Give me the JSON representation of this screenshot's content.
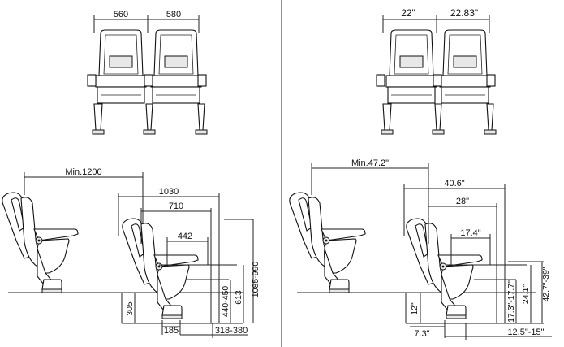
{
  "metric": {
    "front_widths": [
      "560",
      "580"
    ],
    "side": {
      "min_spacing": "Min.1200",
      "depth_total": "1030",
      "depth_mid": "710",
      "depth_seat": "442",
      "floor_height": "305",
      "seat_height": "440-450",
      "armrest_height": "613",
      "total_height": "1085-990",
      "base_width": "185",
      "base_offset": "318-380"
    }
  },
  "imperial": {
    "front_widths": [
      "22\"",
      "22.83\""
    ],
    "side": {
      "min_spacing": "Min.47.2\"",
      "depth_total": "40.6\"",
      "depth_mid": "28\"",
      "depth_seat": "17.4\"",
      "floor_height": "12\"",
      "seat_height": "17.3\"-17.7\"",
      "armrest_height": "24.1\"",
      "total_height": "42.7\"-39\"",
      "base_width": "7.3\"",
      "base_offset": "12.5\"-15\""
    }
  }
}
